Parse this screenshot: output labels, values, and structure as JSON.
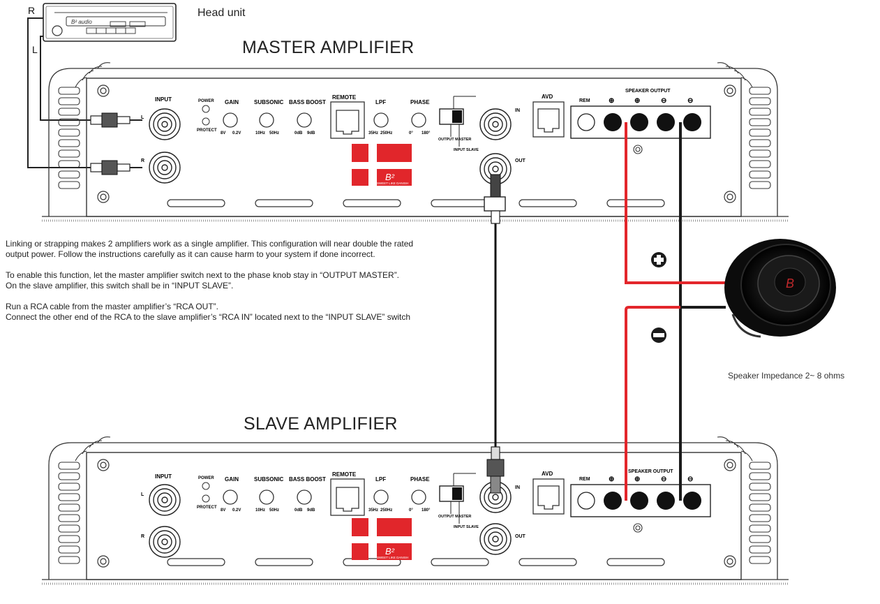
{
  "head_unit": {
    "label": "Head unit",
    "brand_text": "B² audio",
    "rca_r": "R",
    "rca_l": "L"
  },
  "master": {
    "title": "MASTER AMPLIFIER"
  },
  "slave": {
    "title": "SLAVE AMPLIFIER"
  },
  "panel": {
    "input": "INPUT",
    "ch_l": "L",
    "ch_r": "R",
    "power": "POWER",
    "protect": "PROTECT",
    "gain": "GAIN",
    "gain_min": "8V",
    "gain_max": "0.2V",
    "subsonic": "SUBSONIC",
    "subsonic_min": "10Hz",
    "subsonic_max": "50Hz",
    "bassboost": "BASS BOOST",
    "bass_min": "0dB",
    "bass_max": "9dB",
    "remote": "REMOTE",
    "lpf": "LPF",
    "lpf_min": "35Hz",
    "lpf_max": "250Hz",
    "phase": "PHASE",
    "phase_min": "0°",
    "phase_max": "180°",
    "output_master": "OUTPUT MASTER",
    "input_slave": "INPUT SLAVE",
    "rca_in": "IN",
    "rca_out": "OUT",
    "avd": "AVD",
    "rem": "REM",
    "speaker_output": "SPEAKER OUTPUT",
    "logo_text": "B²",
    "slogan": "SWEET LIKE DANISH",
    "plus": "⊕",
    "minus": "⊖"
  },
  "instructions": {
    "p1_l1": "Linking or strapping makes 2 amplifiers work as a single amplifier. This configuration will near double the rated",
    "p1_l2": "output power. Follow the instructions carefully as it can cause harm to your system if done incorrect.",
    "p2_l1": "To enable this function, let the master amplifier switch next to the phase knob stay in “OUTPUT MASTER”.",
    "p2_l2": "On the slave amplifier, this switch shall be in “INPUT SLAVE”.",
    "p3_l1": "Run a RCA cable from the master amplifier’s “RCA OUT”.",
    "p3_l2": "Connect the other end of the RCA to the slave amplifier’s “RCA IN” located next to the “INPUT SLAVE” switch"
  },
  "speaker": {
    "impedance": "Speaker Impedance 2~ 8 ohms",
    "brand": "B"
  },
  "colors": {
    "wire_red": "#e3262b",
    "wire_black": "#1b1b1b",
    "flag_red": "#e1262b",
    "line": "#333333"
  }
}
